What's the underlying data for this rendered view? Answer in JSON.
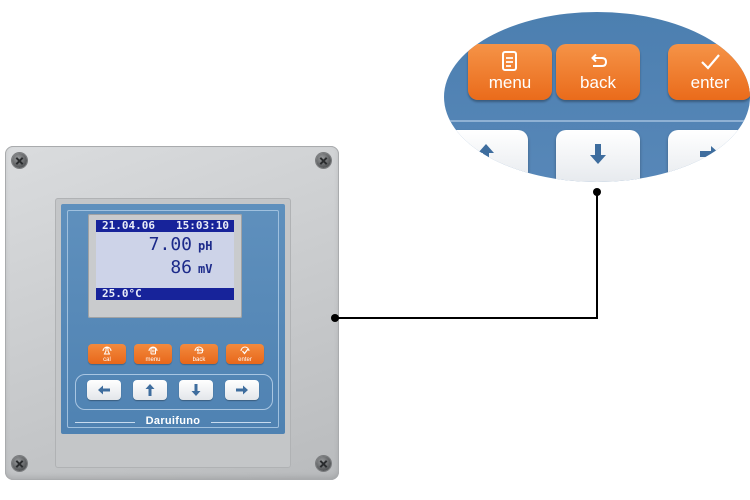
{
  "device": {
    "brand": "Daruifuno",
    "lcd": {
      "date": "21.04.06",
      "time": "15:03:10",
      "ph_value": "7.00",
      "ph_unit": "pH",
      "mv_value": "86",
      "mv_unit": "mV",
      "temperature": "25.0°C"
    },
    "buttons": [
      {
        "label": "cal",
        "icon": "flask-icon"
      },
      {
        "label": "menu",
        "icon": "document-icon"
      },
      {
        "label": "back",
        "icon": "return-arrow-icon"
      },
      {
        "label": "enter",
        "icon": "checkmark-icon"
      }
    ],
    "arrow_buttons": [
      "left-arrow-icon",
      "up-arrow-icon",
      "down-arrow-icon",
      "right-arrow-icon"
    ]
  },
  "zoom": {
    "buttons": [
      {
        "label": "menu",
        "icon": "document-icon"
      },
      {
        "label": "back",
        "icon": "return-arrow-icon"
      },
      {
        "label": "enter",
        "icon": "checkmark-icon"
      }
    ],
    "highlighted": "down-arrow-icon"
  },
  "colors": {
    "panel_blue": "#5285b5",
    "button_orange": "#ec6e1e",
    "lcd_background": "#cdd3e8",
    "lcd_bar": "#17239a",
    "housing_gray": "#cfd1d3"
  }
}
